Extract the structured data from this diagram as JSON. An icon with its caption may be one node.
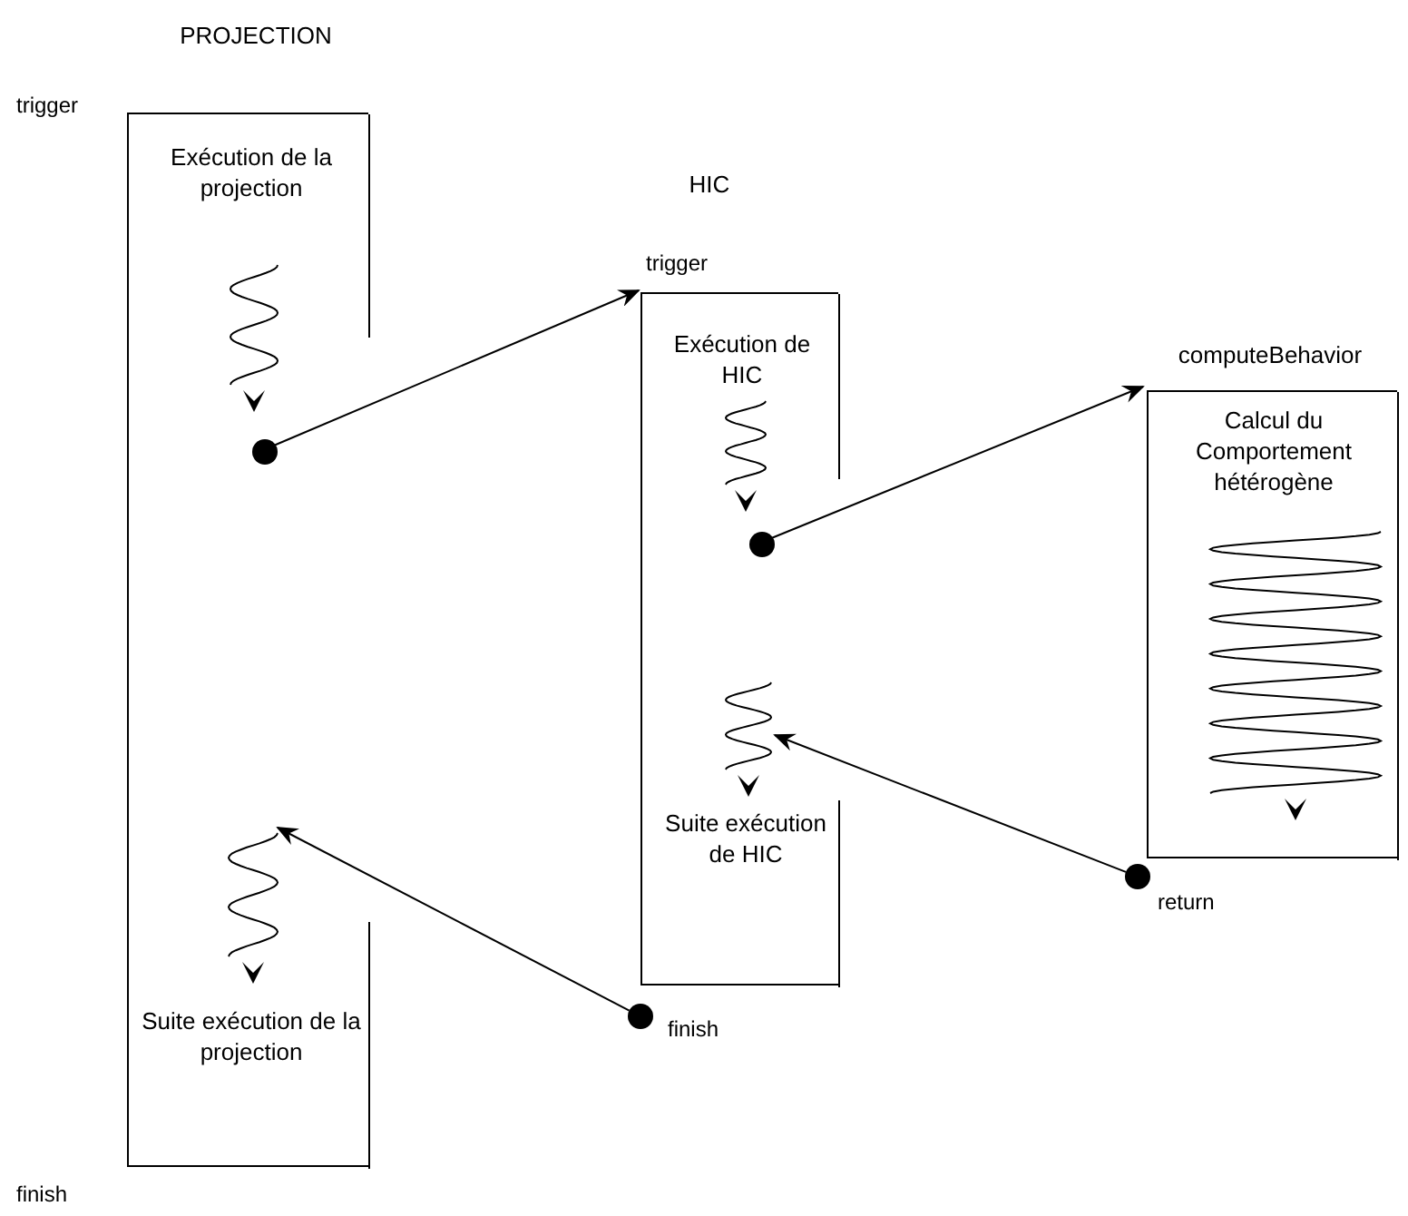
{
  "diagram": {
    "nodes": [
      {
        "text": [
          "PROJECTION",
          "Exécution de la projection",
          "Suite exécution de la projection"
        ],
        "beside": [
          "trigger",
          "finish"
        ]
      },
      {
        "text": [],
        "shape": "squiggle",
        "in": 0
      },
      {
        "text": [],
        "shape": "circle",
        "in": 0
      },
      {
        "text": [],
        "shape": "squiggle",
        "in": 0
      },
      {
        "text": [
          "HIC",
          "Exécution de HIC",
          "Suite exécution de HIC"
        ],
        "beside": [
          "trigger"
        ]
      },
      {
        "text": [],
        "shape": "squiggle",
        "in": 4
      },
      {
        "text": [],
        "shape": "circle",
        "in": 4
      },
      {
        "text": [],
        "shape": "squiggle",
        "in": 4
      },
      {
        "text": [],
        "shape": "circle",
        "beside": [
          "finish"
        ]
      },
      {
        "text": [
          "computeBehavior",
          "Calcul du Comportement hétérogène"
        ]
      },
      {
        "text": [],
        "shape": "squiggle",
        "in": 9
      },
      {
        "text": [],
        "shape": "circle",
        "beside": [
          "return"
        ]
      }
    ],
    "edges": [
      {
        "from": 2,
        "to": 4,
        "arrow": "to"
      },
      {
        "from": 6,
        "to": 9,
        "arrow": "to"
      },
      {
        "from": 11,
        "to": 7,
        "arrow": "to"
      },
      {
        "from": 8,
        "to": 3,
        "arrow": "to"
      }
    ]
  }
}
